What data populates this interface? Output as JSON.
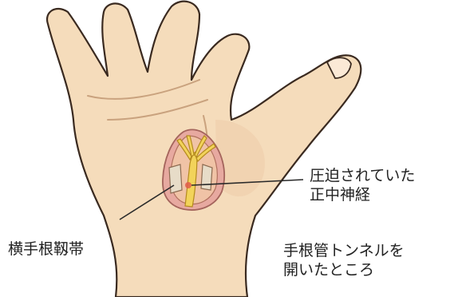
{
  "labels": {
    "compressed_median_nerve": [
      "圧迫されていた",
      "正中神経"
    ],
    "transverse_carpal_ligament": [
      "横手根靱帯"
    ],
    "opened_carpal_tunnel": [
      "手根管トンネルを",
      "開いたところ"
    ]
  },
  "colors": {
    "skin": "#f5dcbb",
    "outline": "#3a2a20",
    "palm_crease": "#c9a27e",
    "incision_rim": "#e7a9a0",
    "cavity": "#f0c3a6",
    "nerve": "#f2d35a",
    "nerve_outline": "#b48a1e",
    "leader_line": "#2a2a2a",
    "text": "#222222"
  }
}
